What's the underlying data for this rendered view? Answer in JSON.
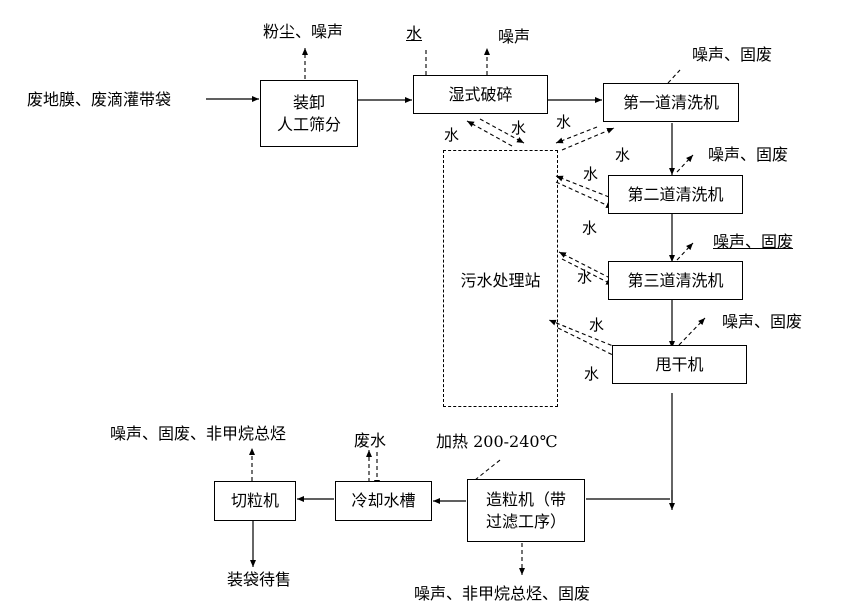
{
  "diagram": {
    "input_label": "废地膜、废滴灌带袋",
    "nodes": {
      "unload": {
        "line1": "装卸",
        "line2": "人工筛分"
      },
      "crush": "湿式破碎",
      "wash1": "第一道清洗机",
      "wash2": "第二道清洗机",
      "wash3": "第三道清洗机",
      "spin": "甩干机",
      "wastewater": "污水处理站",
      "pelletizer": {
        "line1": "造粒机（带",
        "line2": "过滤工序）"
      },
      "cooling": "冷却水槽",
      "cutter": "切粒机"
    },
    "emissions": {
      "unload": "粉尘、噪声",
      "crush_water_in": "水",
      "crush": "噪声",
      "wash1": "噪声、固废",
      "wash2": "噪声、固废",
      "wash3": "噪声、固废",
      "spin": "噪声、固废",
      "pelletizer_heat": "加热 200-240℃",
      "pelletizer": "噪声、非甲烷总烃、固废",
      "cooling": "废水",
      "cutter": "噪声、固废、非甲烷总烃"
    },
    "output_label": "装袋待售",
    "water_label": "水"
  }
}
